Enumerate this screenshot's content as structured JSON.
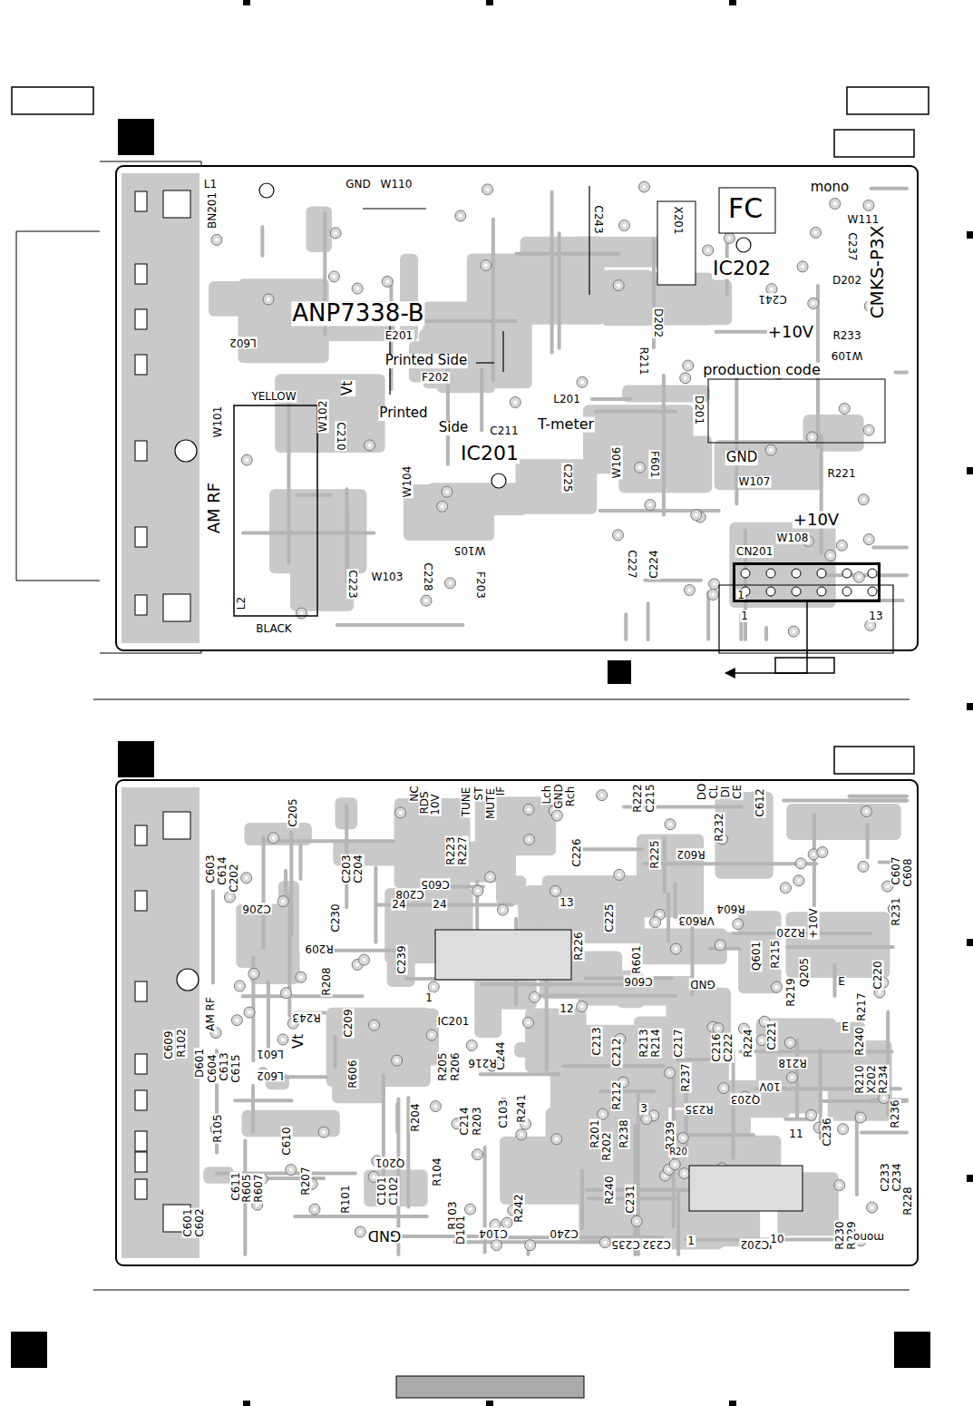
{
  "diagram": {
    "nodes": [
      {
        "text": [
          "CN201"
        ]
      }
    ],
    "labels": [
      "L1",
      "GND",
      "W110",
      "BN201",
      "C243",
      "X201",
      "FC",
      "IC202",
      "mono",
      "W111",
      "C237",
      "D202",
      "C241",
      "+10V",
      "R233",
      "W109",
      "CMKS-P3X",
      "ANP7338-B",
      "L602",
      "E201",
      "Printed Side",
      "F202",
      "D202",
      "R211",
      "L201",
      "D201",
      "production code",
      "Vt",
      "YELLOW",
      "W101",
      "W102",
      "C210",
      "Printed",
      "Side",
      "C211",
      "T-meter",
      "IC201",
      "W104",
      "C225",
      "W106",
      "F601",
      "GND",
      "W107",
      "R221",
      "AM RF",
      "+10V",
      "W108",
      "C223",
      "W103",
      "C228",
      "W105",
      "F203",
      "C227",
      "C224",
      "L2",
      "BLACK",
      "1",
      "1",
      "13",
      "C205",
      "NC",
      "RDS",
      "10V",
      "TUNE",
      "ST",
      "MUTE",
      "IF",
      "Lch",
      "GND",
      "Rch",
      "R222",
      "C215",
      "DO",
      "CL",
      "DI",
      "CE",
      "C612",
      "C603",
      "C614",
      "C202",
      "C206",
      "C203",
      "C204",
      "C208",
      "24",
      "24",
      "R223",
      "R227",
      "C226",
      "C605",
      "13",
      "R225",
      "R602",
      "R232",
      "R231",
      "C607",
      "C608",
      "R209",
      "C230",
      "C239",
      "R208",
      "R226",
      "C225",
      "R601",
      "C606",
      "VR603",
      "R604",
      "R220",
      "R215",
      "Q601",
      "+10V",
      "Q205",
      "C220",
      "GND",
      "R219",
      "E",
      "R217",
      "AM RF",
      "C609",
      "R102",
      "R243",
      "Vt",
      "C209",
      "1",
      "IC201",
      "12",
      "C244",
      "C213",
      "C212",
      "R213",
      "R214",
      "C217",
      "C216",
      "C222",
      "R224",
      "C221",
      "E",
      "R240",
      "R218",
      "R210",
      "X202",
      "R234",
      "D601",
      "C604",
      "C613",
      "C615",
      "L601",
      "L602",
      "R606",
      "R205",
      "R206",
      "R216",
      "R204",
      "C214",
      "R203",
      "C103",
      "R241",
      "R212",
      "R238",
      "R201",
      "R202",
      "R237",
      "R235",
      "Q203",
      "10V",
      "R236",
      "R105",
      "C610",
      "R239",
      "R20",
      "3",
      "11",
      "C236",
      "C233",
      "C234",
      "R228",
      "C611",
      "R605",
      "R607",
      "C601",
      "C602",
      "R207",
      "R101",
      "C101",
      "C102",
      "Q201",
      "R104",
      "R103",
      "D101",
      "C104",
      "R242",
      "C240",
      "R240",
      "C231",
      "C232",
      "C235",
      "1",
      "IC202",
      "10",
      "R230",
      "R229",
      "mono",
      "GND"
    ]
  }
}
